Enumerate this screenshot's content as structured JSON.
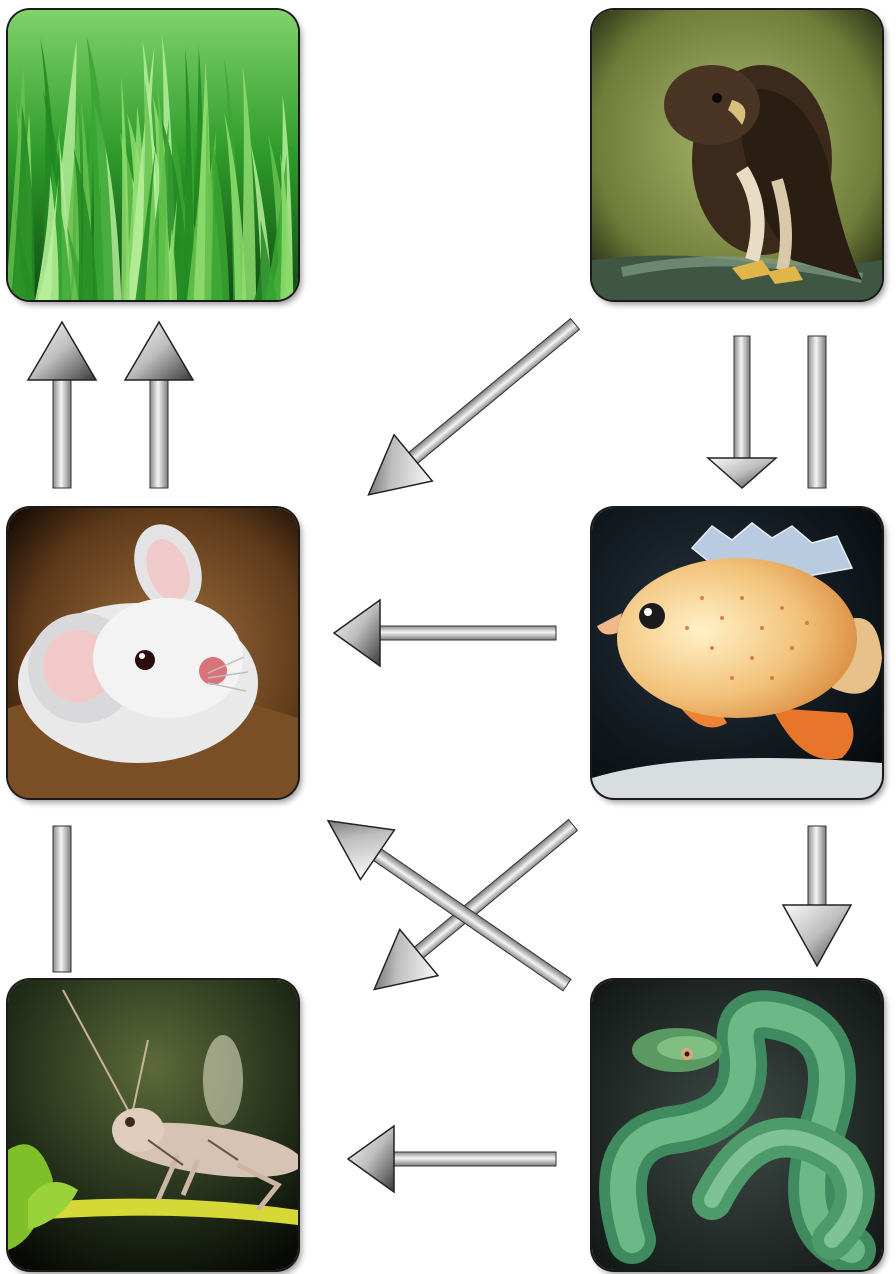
{
  "nodes": [
    {
      "id": "grass",
      "icon": "grass-photo"
    },
    {
      "id": "hawk",
      "icon": "hawk-photo"
    },
    {
      "id": "mouse",
      "icon": "mouse-photo"
    },
    {
      "id": "fish",
      "icon": "fish-photo"
    },
    {
      "id": "grasshopper",
      "icon": "grasshopper-photo"
    },
    {
      "id": "snake",
      "icon": "snake-photo"
    }
  ],
  "edges": [
    {
      "from": "mouse",
      "to": "grass",
      "style": "arrow"
    },
    {
      "from": "mouse",
      "to": "grass",
      "style": "arrow"
    },
    {
      "from": "hawk",
      "to": "mouse",
      "style": "arrow"
    },
    {
      "from": "hawk",
      "to": "fish",
      "style": "arrow"
    },
    {
      "from": "hawk",
      "to": "fish",
      "style": "line"
    },
    {
      "from": "fish",
      "to": "mouse",
      "style": "arrow"
    },
    {
      "from": "fish",
      "to": "grasshopper",
      "style": "arrow"
    },
    {
      "from": "fish",
      "to": "snake",
      "style": "arrow"
    },
    {
      "from": "snake",
      "to": "mouse",
      "style": "arrow"
    },
    {
      "from": "snake",
      "to": "grasshopper",
      "style": "arrow"
    },
    {
      "from": "grasshopper",
      "to": "mouse",
      "style": "line"
    }
  ],
  "colors": {
    "arrow_light": "#f2f2f2",
    "arrow_dark": "#8a8a8a",
    "outline": "#1a1a1a"
  }
}
